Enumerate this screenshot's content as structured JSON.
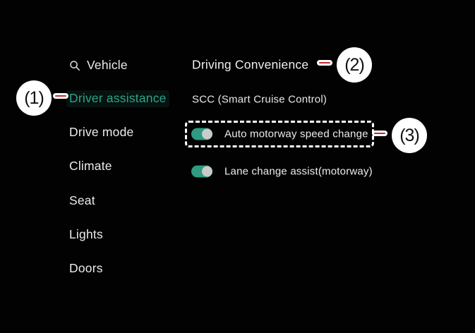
{
  "sidebar": {
    "items": [
      {
        "label": "Vehicle",
        "active": false,
        "icon": "search-icon"
      },
      {
        "label": "Driver assistance",
        "active": true
      },
      {
        "label": "Drive mode",
        "active": false
      },
      {
        "label": "Climate",
        "active": false
      },
      {
        "label": "Seat",
        "active": false
      },
      {
        "label": "Lights",
        "active": false
      },
      {
        "label": "Doors",
        "active": false
      }
    ]
  },
  "content": {
    "title": "Driving Convenience",
    "section_label": "SCC (Smart Cruise Control)",
    "toggles": [
      {
        "label": "Auto motorway speed change",
        "state": "on",
        "highlighted": true
      },
      {
        "label": "Lane change assist(motorway)",
        "state": "on",
        "highlighted": false
      }
    ]
  },
  "annotations": {
    "callouts": [
      {
        "label": "(1)"
      },
      {
        "label": "(2)"
      },
      {
        "label": "(3)"
      }
    ]
  },
  "colors": {
    "background": "#000000",
    "text": "#ededed",
    "accent_teal": "#2fa38a",
    "toggle_on": "#2f9b81",
    "toggle_knob": "#cbcbcb",
    "marker_red": "#bf2a2f",
    "highlight_border": "#ffffff",
    "callout_bg": "#ffffff",
    "callout_text": "#121212"
  }
}
